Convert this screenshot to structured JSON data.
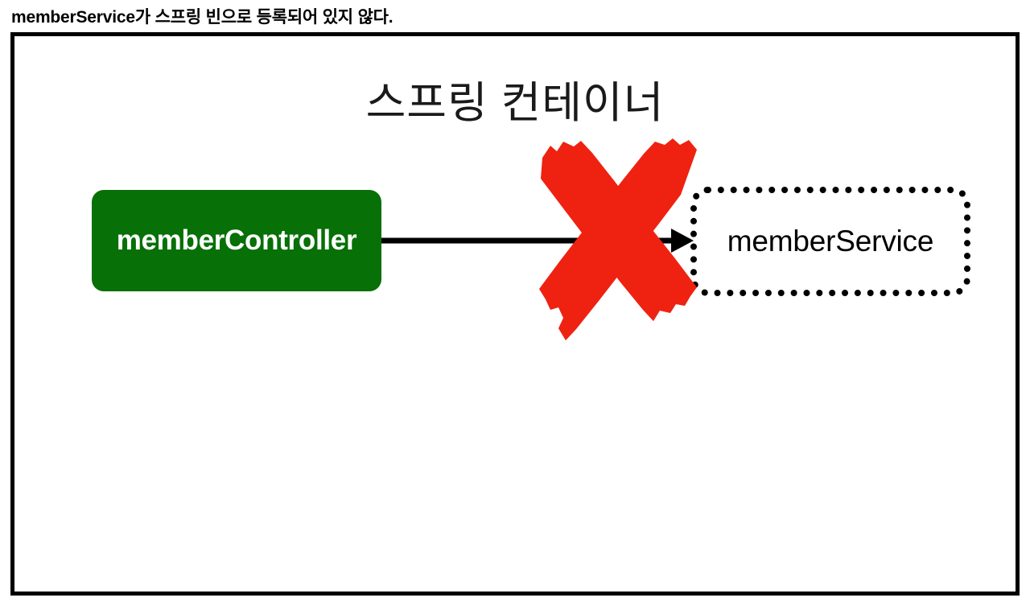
{
  "caption": {
    "text": "memberService가 스프링 빈으로 등록되어 있지 않다."
  },
  "container": {
    "title": "스프링 컨테이너",
    "border_color": "#000000",
    "background": "#ffffff"
  },
  "diagram": {
    "nodes": [
      {
        "id": "member-controller",
        "label": "memberController",
        "state": "registered",
        "fill": "#077007",
        "text_color": "#ffffff",
        "border_style": "none"
      },
      {
        "id": "member-service",
        "label": "memberService",
        "state": "not-registered",
        "fill": "#ffffff",
        "text_color": "#000000",
        "border_style": "dotted"
      }
    ],
    "edge": {
      "from": "member-controller",
      "to": "member-service",
      "style": "solid-arrow",
      "color": "#000000"
    },
    "annotation": {
      "kind": "x-mark",
      "meaning": "dependency-injection-failed",
      "color": "#ef2211"
    }
  }
}
